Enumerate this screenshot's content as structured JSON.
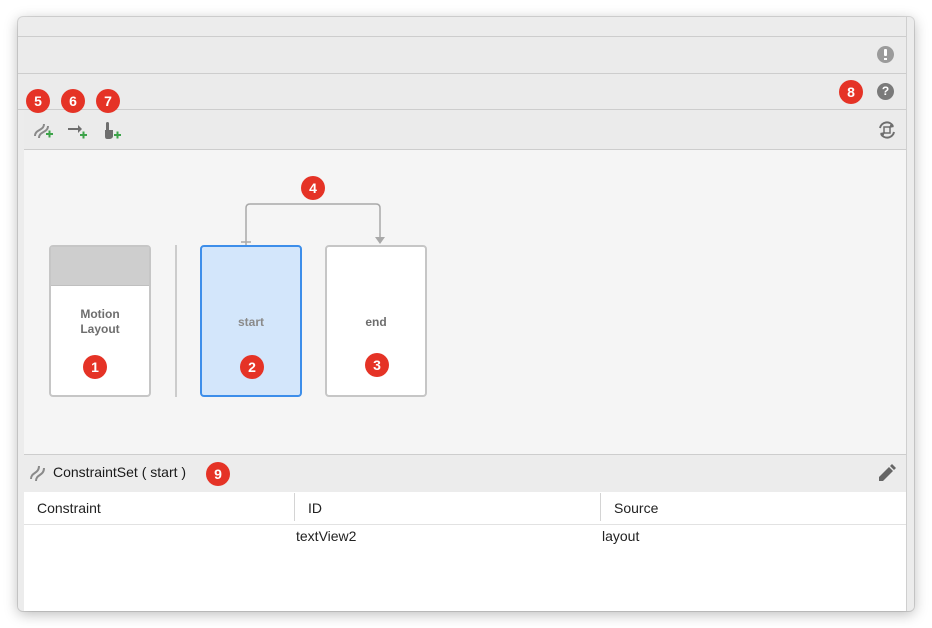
{
  "toolbar_icons": [
    "add-constraintset-icon",
    "add-transition-icon",
    "add-click-handler-icon",
    "cycle-icon"
  ],
  "header_icons": [
    "warning-icon",
    "help-icon"
  ],
  "badges": [
    "1",
    "2",
    "3",
    "4",
    "5",
    "6",
    "7",
    "8",
    "9"
  ],
  "cards": {
    "motion_layout": "Motion\nLayout",
    "start": "start",
    "end": "end"
  },
  "constraint_set": {
    "title": "ConstraintSet ( start )",
    "edit_icon": "pencil-icon"
  },
  "table": {
    "columns": [
      "Constraint",
      "ID",
      "Source"
    ],
    "rows": [
      {
        "constraint": "",
        "id": "textView2",
        "source": "layout"
      }
    ]
  },
  "colors": {
    "selected_fill": "#d3e6fb",
    "selected_border": "#3d8eea",
    "badge": "#e53326"
  }
}
